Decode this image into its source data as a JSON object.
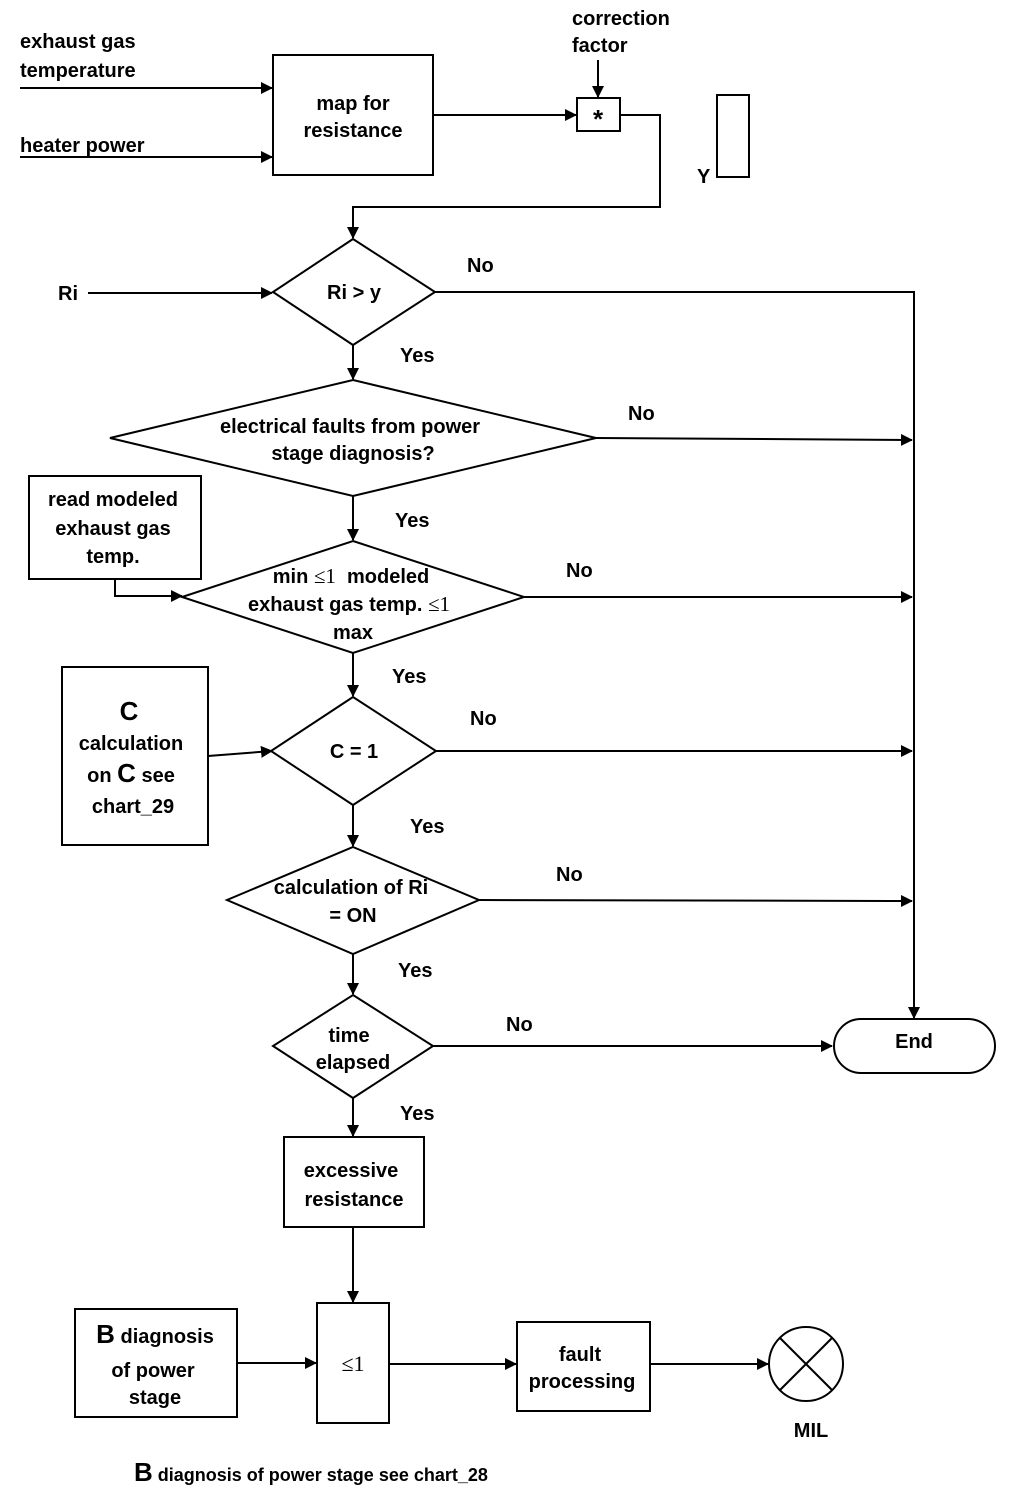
{
  "inputs": {
    "exhaust_gas_1": "exhaust gas",
    "exhaust_gas_2": "temperature",
    "heater_power": "heater power",
    "ri": "Ri"
  },
  "map_box": {
    "line1": "map for",
    "line2": "resistance"
  },
  "correction": {
    "line1": "correction",
    "line2": "factor",
    "multiply": "*"
  },
  "y_label": "Y",
  "decisions": {
    "d1": "Ri > y",
    "d2_line1": "electrical faults from power",
    "d2_line2": "stage diagnosis?",
    "d3_line1a": "min ",
    "d3_le1": "≤1",
    "d3_line1b": "  modeled",
    "d3_line2a": "exhaust gas temp. ",
    "d3_le2": "≤1",
    "d3_line3": "max",
    "d4": "C = 1",
    "d5_line1": "calculation of Ri",
    "d5_line2": "= ON",
    "d6_line1": "time",
    "d6_line2": "elapsed"
  },
  "read_box": {
    "line1": "read modeled",
    "line2": "exhaust gas",
    "line3": "temp."
  },
  "c_box": {
    "big": "C",
    "line2": "calculation",
    "line3a": "on ",
    "line3b": "C",
    "line3c": " see",
    "line4": "chart_29"
  },
  "branch": {
    "yes": "Yes",
    "no": "No"
  },
  "end_label": "End",
  "excessive": {
    "line1": "excessive",
    "line2": "resistance"
  },
  "b_box": {
    "big": "B",
    "line1": " diagnosis",
    "line2": "of power",
    "line3": "stage"
  },
  "or_gate": "≤1",
  "fault": {
    "line1": "fault",
    "line2": "processing"
  },
  "mil": "MIL",
  "footer": {
    "big": "B",
    "text": " diagnosis of power stage see chart_28"
  }
}
